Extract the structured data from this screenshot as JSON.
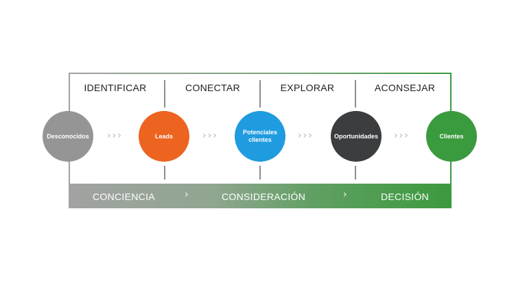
{
  "stages": [
    {
      "label": "IDENTIFICAR"
    },
    {
      "label": "CONECTAR"
    },
    {
      "label": "EXPLORAR"
    },
    {
      "label": "ACONSEJAR"
    }
  ],
  "nodes": [
    {
      "label": "Desconocidos",
      "color": "#959595"
    },
    {
      "label": "Leads",
      "color": "#ec6420"
    },
    {
      "label": "Potenciales clientes",
      "color": "#1f9be0"
    },
    {
      "label": "Oportunidades",
      "color": "#3b3d3f"
    },
    {
      "label": "Clientes",
      "color": "#3a9a3e"
    }
  ],
  "connector_glyph": "›››",
  "phases": [
    {
      "label": "CONCIENCIA"
    },
    {
      "label": "CONSIDERACIÓN"
    },
    {
      "label": "DECISIÓN"
    }
  ],
  "phase_separator": "›",
  "colors": {
    "frame_start": "#a0a0a0",
    "frame_end": "#3a9a3e",
    "bar_start": "#a2a2a2",
    "bar_end": "#3b9a3d"
  }
}
